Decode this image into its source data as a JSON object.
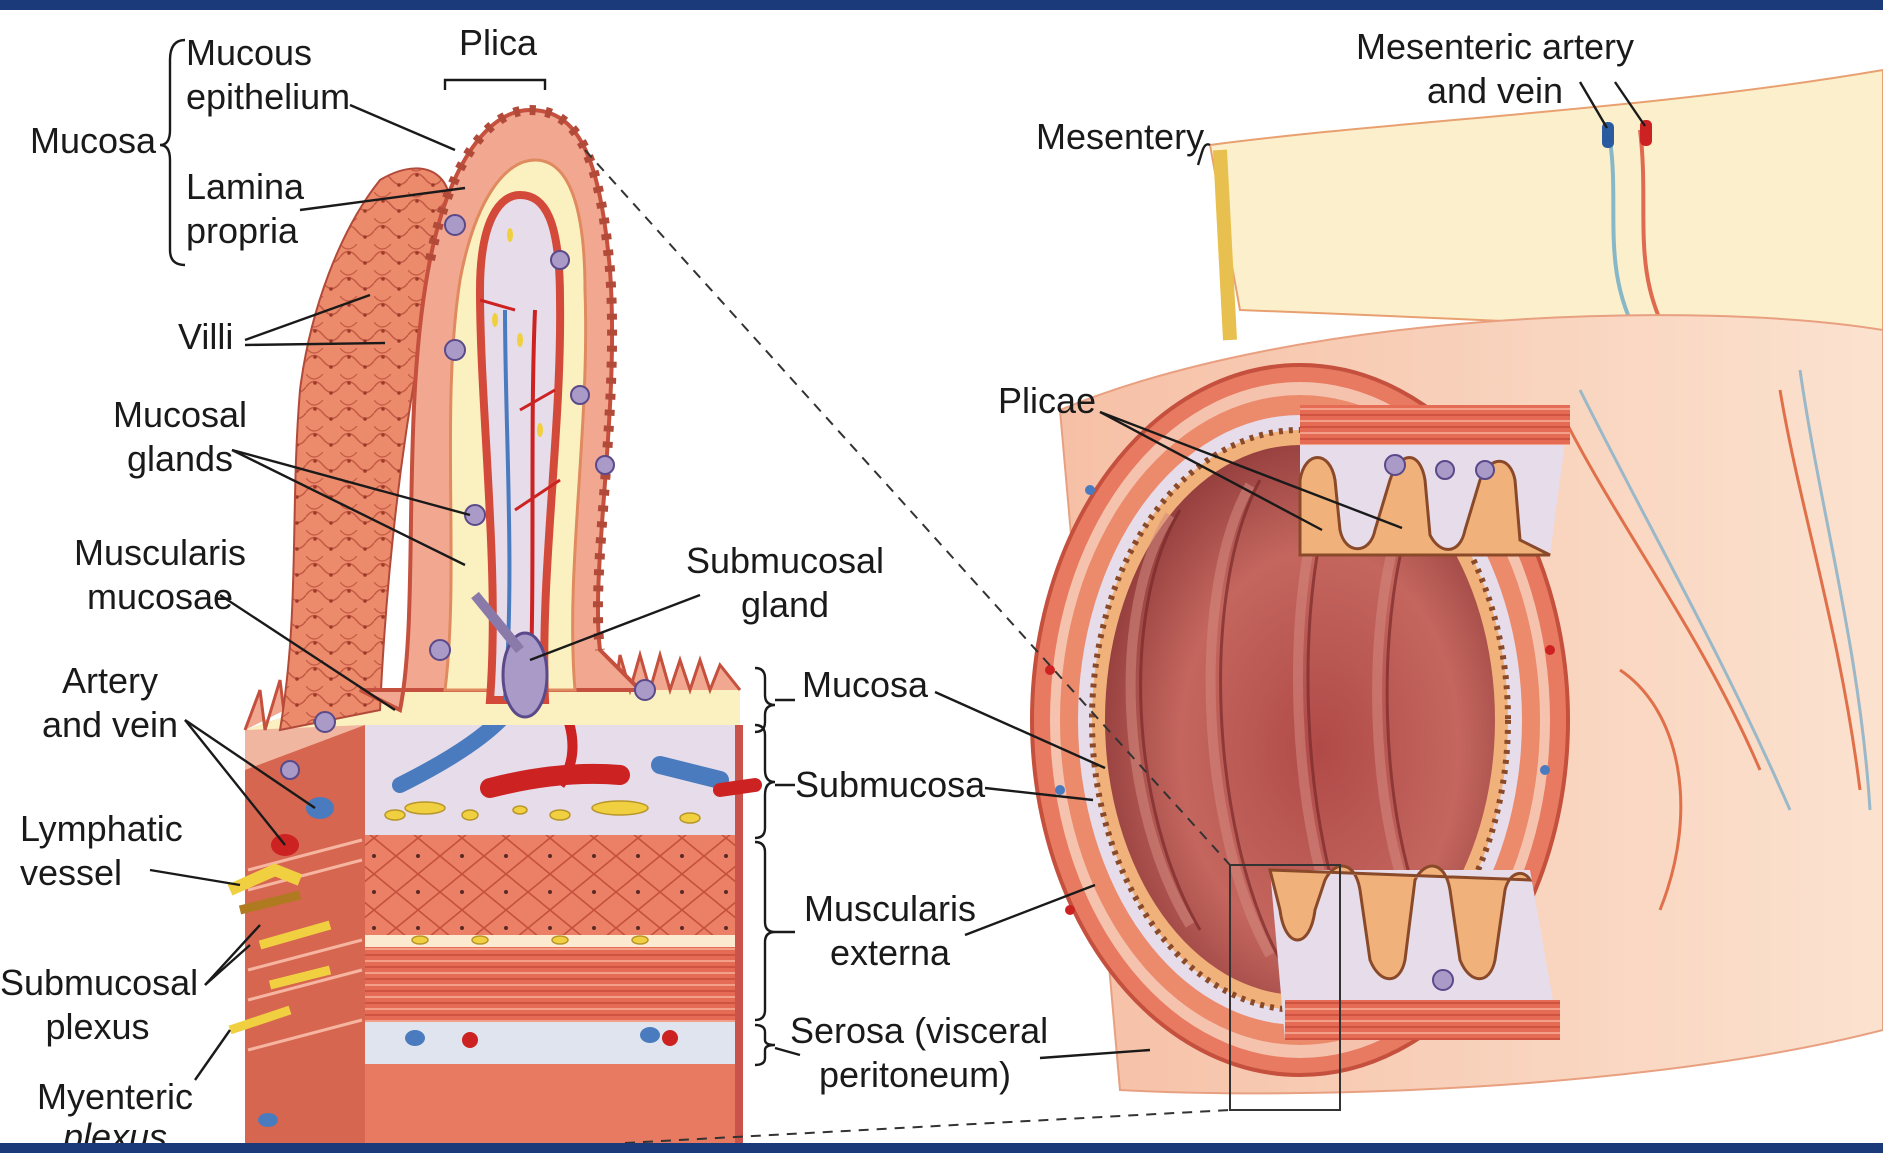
{
  "labels": {
    "plica": "Plica",
    "mucous_epithelium_1": "Mucous",
    "mucous_epithelium_2": "epithelium",
    "mucosa_left": "Mucosa",
    "lamina_1": "Lamina",
    "lamina_2": "propria",
    "villi": "Villi",
    "mucosal_glands_1": "Mucosal",
    "mucosal_glands_2": "glands",
    "muscularis_mucosae_1": "Muscularis",
    "muscularis_mucosae_2": "mucosae",
    "artery_vein_1": "Artery",
    "artery_vein_2": "and vein",
    "lymphatic_1": "Lymphatic",
    "lymphatic_2": "vessel",
    "submucosal_plexus_1": "Submucosal",
    "submucosal_plexus_2": "plexus",
    "myenteric_1": "Myenteric",
    "myenteric_2": "plexus",
    "submucosal_gland_1": "Submucosal",
    "submucosal_gland_2": "gland",
    "mucosa_mid": "Mucosa",
    "submucosa": "Submucosa",
    "muscularis_externa_1": "Muscularis",
    "muscularis_externa_2": "externa",
    "serosa_1": "Serosa (visceral",
    "serosa_2": "peritoneum)",
    "mesenteric_1": "Mesenteric artery",
    "mesenteric_2": "and vein",
    "mesentery": "Mesentery",
    "plicae": "Plicae"
  },
  "colors": {
    "frame": "#1b3a7a",
    "tissue": "#e8735a",
    "tissue_light": "#f4b09a",
    "submucosa": "#e6dcea",
    "lamina": "#fbf1c0",
    "artery": "#cc2222",
    "vein": "#4a7bbf",
    "nerve": "#f0d040"
  }
}
